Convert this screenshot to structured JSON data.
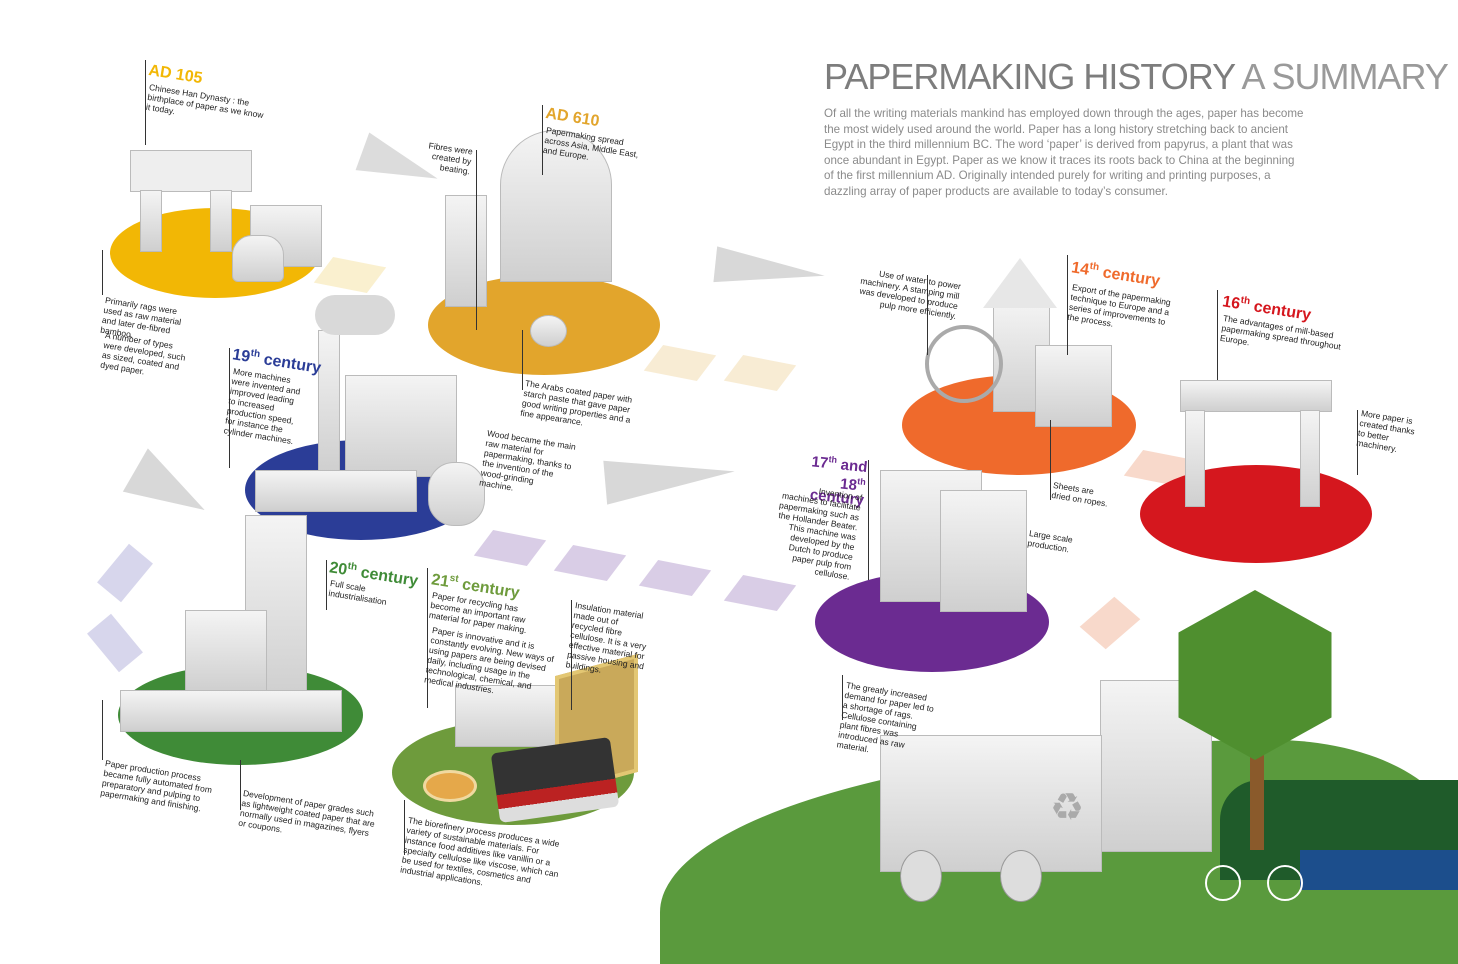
{
  "header": {
    "title_bold": "PAPERMAKING HISTORY",
    "title_thin": "A SUMMARY",
    "intro": "Of all the writing materials mankind has employed down through the ages, paper has become the most widely used around the world. Paper has a long history stretching back to ancient Egypt in the third millennium BC. The word ‘paper’ is derived from papyrus, a plant that was once abundant in Egypt. Paper as we know it traces its roots back to China at the beginning of the first millennium AD. Originally intended purely for writing and printing purposes, a dazzling array of paper products are available to today’s consumer."
  },
  "eras": {
    "ad105": {
      "title": "AD 105",
      "color": "#f2b705",
      "desc": "Chinese Han Dynasty : the birthplace of paper as we know it today.",
      "note1": "Primarily rags were used as raw material and later de-fibred bamboo.",
      "note2": "A number of types were developed, such as sized, coated and dyed paper."
    },
    "ad610": {
      "title": "AD 610",
      "color": "#e2a52c",
      "desc": "Papermaking spread across Asia, Middle East, and Europe.",
      "note1": "Fibres were created by beating.",
      "note2": "The Arabs coated paper with starch paste that gave paper good writing properties and a fine appearance."
    },
    "c14": {
      "title_num": "14",
      "title_sup": "th",
      "title_word": "century",
      "color": "#ef6a2c",
      "desc": "Export of the papermaking technique to Europe and a series of improvements to the process.",
      "note1": "Use of water to power machinery. A stamping mill was developed to produce pulp more efficiently.",
      "note2": "Sheets are dried on ropes."
    },
    "c16": {
      "title_num": "16",
      "title_sup": "th",
      "title_word": "century",
      "color": "#d5171e",
      "desc": "The advantages of mill-based papermaking spread throughout Europe.",
      "note1": "More paper is created thanks to better machinery."
    },
    "c17": {
      "title_a": "17",
      "title_a_sup": "th",
      "title_and": "and",
      "title_b": "18",
      "title_b_sup": "th",
      "title_word": "century",
      "color": "#6b2b91",
      "desc": "Invention of machines to facilitate papermaking such as the Hollander Beater. This machine was developed by the Dutch to produce paper pulp from cellulose.",
      "note1": "Large scale production.",
      "note2": "The greatly increased demand for paper led to a shortage of rags. Cellulose containing plant fibres was introduced as raw material."
    },
    "c19": {
      "title_num": "19",
      "title_sup": "th",
      "title_word": "century",
      "color": "#2b3d97",
      "desc": "More machines were invented and improved leading to increased production speed, for instance the cylinder machines.",
      "note1": "Wood became the main raw material for papermaking, thanks to the invention of the wood-grinding machine."
    },
    "c20": {
      "title_num": "20",
      "title_sup": "th",
      "title_word": "century",
      "color": "#3f8b37",
      "desc": "Full scale industrialisation",
      "note1": "Paper production process became fully automated from preparatory and pulping to papermaking and finishing.",
      "note2": "Development of paper grades such as lightweight coated paper that are normally used in magazines, flyers or coupons."
    },
    "c21": {
      "title_num": "21",
      "title_sup": "st",
      "title_word": "century",
      "color": "#6e9b3c",
      "desc1": "Paper for recycling has become an important raw material for paper making.",
      "desc2": "Paper is innovative and it is constantly evolving. New ways of using papers are being devised daily, including usage in the technological, chemical, and medical industries.",
      "note1": "Insulation material made out of recycled fibre cellulose. It is a very effective material for passive housing and buildings.",
      "note2": "The biorefinery process produces a wide variety of sustainable materials. For instance food additives like vanillin or a specialty cellulose like viscose, which can be used for textiles, cosmetics and industrial applications."
    }
  }
}
